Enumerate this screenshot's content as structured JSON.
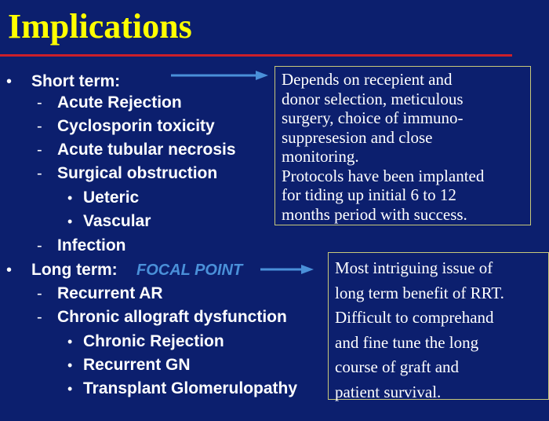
{
  "slide": {
    "title": "Implications",
    "colors": {
      "background": "#0c1f6e",
      "title": "#ffff00",
      "rule": "#cc1f2a",
      "accent": "#4a90d9",
      "box_border": "#c8c87a"
    }
  },
  "outline": {
    "markers": {
      "level1": "•",
      "level2": "-",
      "level3": "•"
    },
    "short_term": {
      "label": "Short term:",
      "items": [
        "Acute Rejection",
        "Cyclosporin toxicity",
        "Acute tubular necrosis",
        "Surgical obstruction"
      ],
      "obstruction_subitems": [
        "Ueteric",
        "Vascular"
      ],
      "last_item": "Infection"
    },
    "long_term": {
      "label": "Long term:",
      "focal_point": "FOCAL POINT",
      "items": [
        "Recurrent AR",
        "Chronic allograft dysfunction"
      ],
      "dysfunction_subitems": [
        "Chronic Rejection",
        "Recurrent GN",
        "Transplant Glomerulopathy"
      ]
    }
  },
  "notes": {
    "short_term_note": {
      "lines": [
        "Depends on recepient and",
        "donor selection, meticulous",
        "surgery, choice of immuno-",
        "suppresesion and close",
        "monitoring.",
        "Protocols have been implanted",
        "for tiding up initial 6 to 12",
        "months period with success."
      ]
    },
    "long_term_note": {
      "lines": [
        "Most intriguing issue of",
        "long term benefit of RRT.",
        "Difficult to comprehand",
        "and fine tune the long",
        "course of graft and",
        "patient survival."
      ]
    }
  }
}
